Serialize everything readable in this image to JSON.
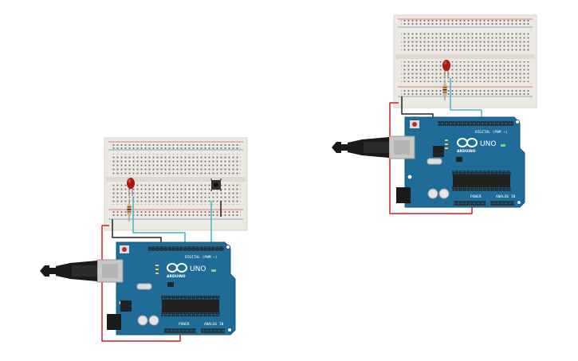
{
  "colors": {
    "board_blue": "#1f6c99",
    "board_dark": "#15557c",
    "breadboard": "#ece9e3",
    "rail_red": "#d9534f",
    "rail_blue": "#6d8fb3",
    "wire_red": "#cc2222",
    "wire_black": "#222222",
    "wire_cyan": "#43b5c9",
    "led_red": "#b3160f",
    "usb_silver": "#c8c8c8",
    "chip": "#222222"
  },
  "circuits": [
    {
      "id": "left",
      "board": {
        "brand": "ARDUINO",
        "model": "UNO",
        "digital_label": "DIGITAL (PWM ~)",
        "power_label": "POWER",
        "analog_label": "ANALOG IN"
      },
      "has_pushbutton": true
    },
    {
      "id": "right",
      "board": {
        "brand": "ARDUINO",
        "model": "UNO",
        "digital_label": "DIGITAL (PWM ~)",
        "power_label": "POWER",
        "analog_label": "ANALOG IN"
      },
      "has_pushbutton": false
    }
  ]
}
